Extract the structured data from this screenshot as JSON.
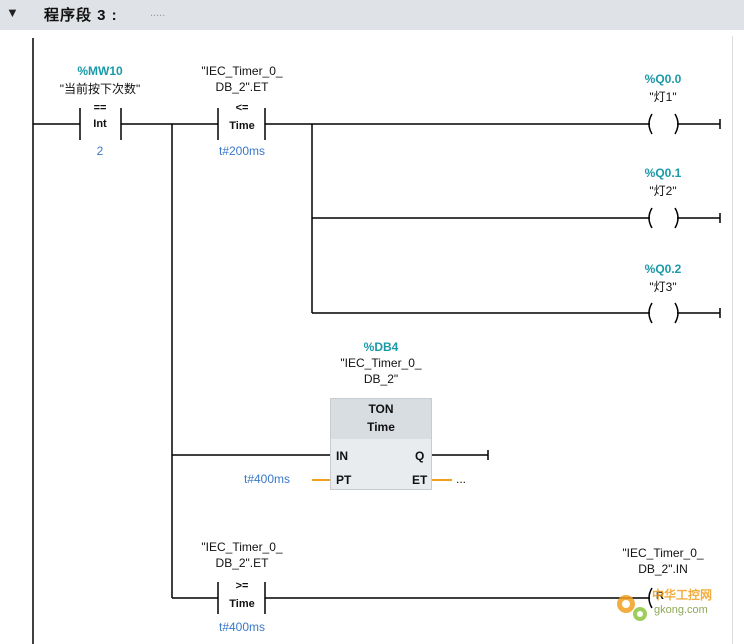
{
  "header": {
    "collapse_icon": "triangle-down-icon",
    "title": "程序段 3 :",
    "comment": "....."
  },
  "rung1": {
    "contact1": {
      "address": "%MW10",
      "tag": "\"当前按下次数\"",
      "op": "==",
      "type": "Int",
      "value": "2"
    },
    "contact2": {
      "tag_line1": "\"IEC_Timer_0_",
      "tag_line2": "DB_2\".ET",
      "op": "<=",
      "type": "Time",
      "value": "t#200ms"
    },
    "coil1": {
      "address": "%Q0.0",
      "tag": "\"灯1\""
    },
    "coil2": {
      "address": "%Q0.1",
      "tag": "\"灯2\""
    },
    "coil3": {
      "address": "%Q0.2",
      "tag": "\"灯3\""
    }
  },
  "ton": {
    "address": "%DB4",
    "tag_line1": "\"IEC_Timer_0_",
    "tag_line2": "DB_2\"",
    "name": "TON",
    "type": "Time",
    "in_label": "IN",
    "q_label": "Q",
    "pt_label": "PT",
    "et_label": "ET",
    "pt_value": "t#400ms",
    "et_value": "..."
  },
  "rung3": {
    "contact": {
      "tag_line1": "\"IEC_Timer_0_",
      "tag_line2": "DB_2\".ET",
      "op": ">=",
      "type": "Time",
      "value": "t#400ms"
    },
    "coil": {
      "tag_line1": "\"IEC_Timer_0_",
      "tag_line2": "DB_2\".IN",
      "label": "R"
    }
  },
  "watermark": {
    "text": "中华工控网",
    "subtext": "gkong.com"
  },
  "colors": {
    "address": "#1a9aa8",
    "value": "#3a78c8",
    "accent": "#f0a020",
    "header_bg": "#dfe2e6"
  }
}
